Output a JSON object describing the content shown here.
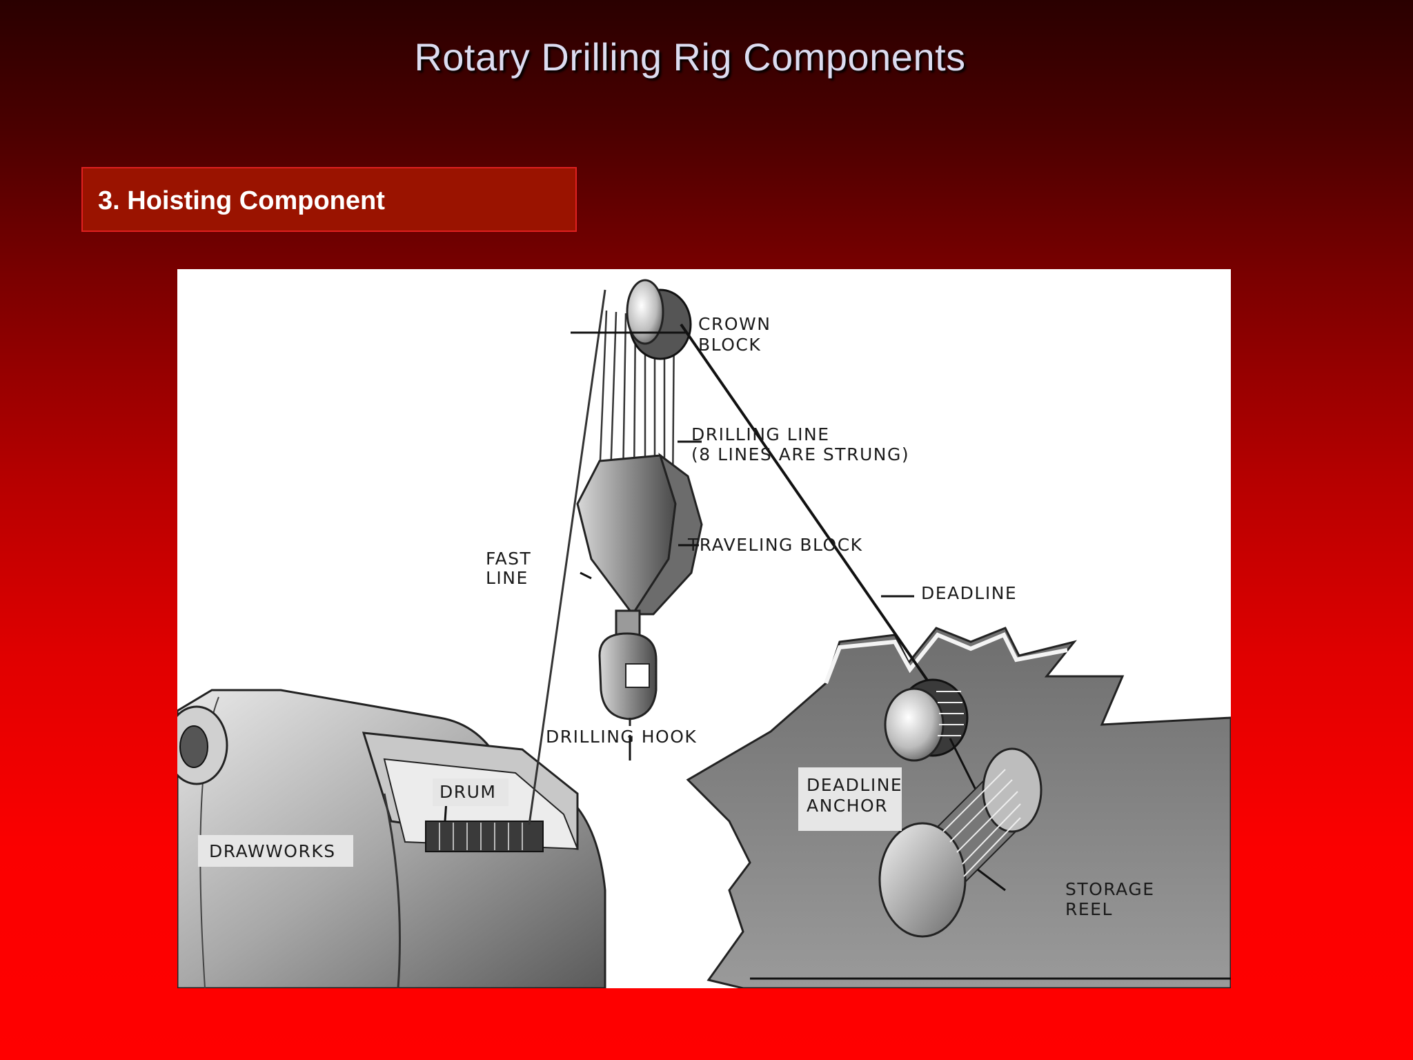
{
  "slide": {
    "title": "Rotary Drilling Rig Components",
    "section": "3. Hoisting Component"
  },
  "diagram": {
    "labels": {
      "crown_block_1": "CROWN",
      "crown_block_2": "BLOCK",
      "drilling_line_1": "DRILLING LINE",
      "drilling_line_2": "(8 LINES ARE STRUNG)",
      "traveling_block": "TRAVELING BLOCK",
      "fast_line_1": "FAST",
      "fast_line_2": "LINE",
      "deadline": "DEADLINE",
      "drilling_hook": "DRILLING HOOK",
      "drum": "DRUM",
      "drawworks": "DRAWWORKS",
      "deadline_anchor_1": "DEADLINE",
      "deadline_anchor_2": "ANCHOR",
      "storage_reel_1": "STORAGE",
      "storage_reel_2": "REEL"
    }
  },
  "colors": {
    "background_top": "#2a0000",
    "background_bottom": "#ff0000",
    "section_box": "#9a1300",
    "title_text": "#dcdcf0"
  }
}
